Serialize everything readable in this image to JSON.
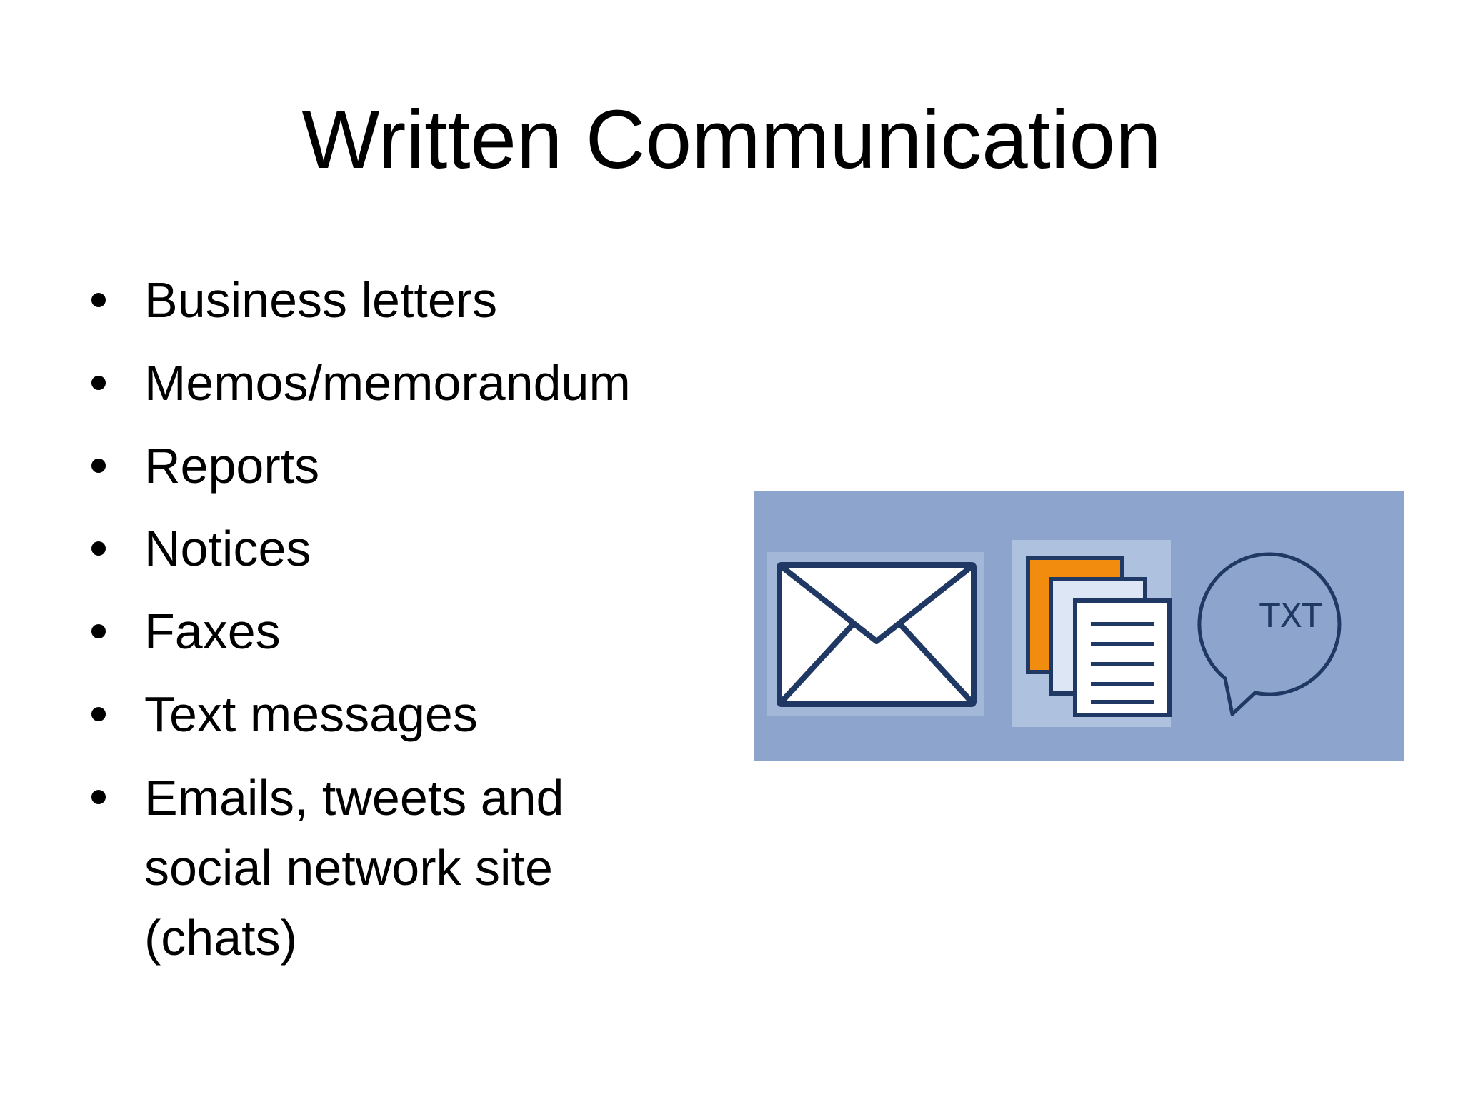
{
  "slide": {
    "title": "Written Communication",
    "bullets": [
      "Business letters",
      "Memos/memorandum",
      "Reports",
      "Notices",
      "Faxes",
      "Text messages",
      "Emails, tweets and social network site (chats)"
    ],
    "bullet_lines_last": [
      "Emails, tweets and",
      "social network site",
      "(chats)"
    ]
  },
  "image": {
    "icons": [
      "envelope-icon",
      "documents-icon",
      "speech-bubble-icon"
    ],
    "bubble_text": "TXT",
    "colors": {
      "panel_background": "#8da5cd",
      "icon_outline": "#1f3864",
      "document_orange": "#f28c0f",
      "document_light_blue": "#dce6f4",
      "white": "#ffffff"
    }
  }
}
